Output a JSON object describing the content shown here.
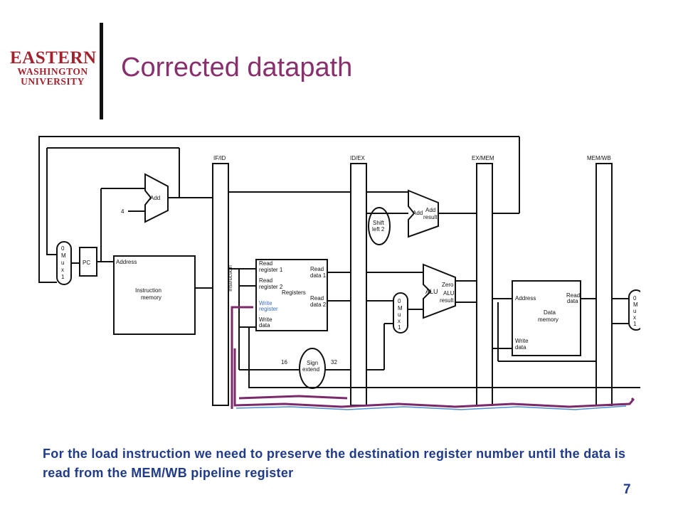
{
  "logo": {
    "line1": "EASTERN",
    "line2": "WASHINGTON",
    "line3": "UNIVERSITY"
  },
  "title": "Corrected datapath",
  "diagram": {
    "registers": {
      "if_id": "IF/ID",
      "id_ex": "ID/EX",
      "ex_mem": "EX/MEM",
      "mem_wb": "MEM/WB"
    },
    "pc": "PC",
    "add": "Add",
    "four": "4",
    "mux_top": [
      "0",
      "M",
      "u",
      "x",
      "1"
    ],
    "instr_mem": {
      "address": "Address",
      "line1": "Instruction",
      "line2": "memory"
    },
    "instruction_label": "Instruction",
    "regfile": {
      "read_reg1": [
        "Read",
        "register 1"
      ],
      "read_reg2": [
        "Read",
        "register 2"
      ],
      "registers": "Registers",
      "write_reg": [
        "Write",
        "register"
      ],
      "write_data": [
        "Write",
        "data"
      ],
      "read_data1": [
        "Read",
        "data 1"
      ],
      "read_data2": [
        "Read",
        "data 2"
      ]
    },
    "shift": [
      "Shift",
      "left 2"
    ],
    "add_result": {
      "add": "Add",
      "result": "result",
      "add2": "Add"
    },
    "alu": {
      "label": "ALU",
      "zero": "Zero",
      "result1": "ALU",
      "result2": "result"
    },
    "sign_extend": [
      "Sign",
      "extend"
    ],
    "bits_in": "16",
    "bits_out": "32",
    "data_mem": {
      "address": "Address",
      "read": "Read",
      "data": "data",
      "line1": "Data",
      "line2": "memory",
      "write1": "Write",
      "write2": "data"
    }
  },
  "caption": "For the load instruction we need to preserve the destination register number until the data is read from the MEM/WB pipeline register",
  "page_number": "7"
}
